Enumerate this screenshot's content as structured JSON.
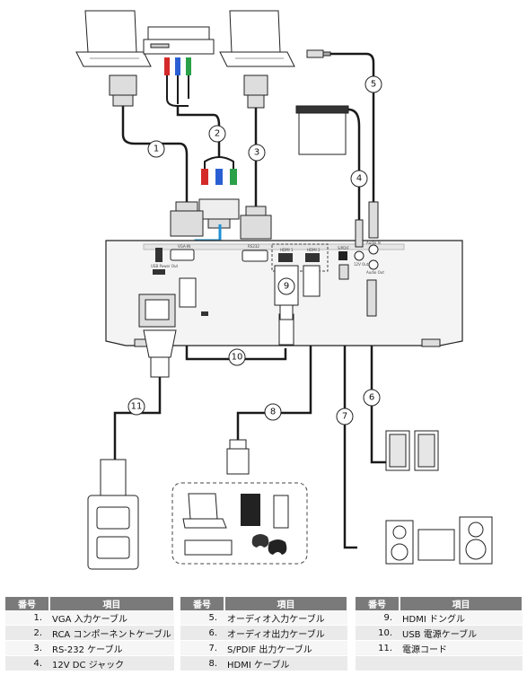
{
  "legend": {
    "header_number": "番号",
    "header_item": "項目",
    "items": [
      {
        "num": "1.",
        "label": "VGA 入力ケーブル"
      },
      {
        "num": "2.",
        "label": "RCA コンポーネントケーブル"
      },
      {
        "num": "3.",
        "label": "RS-232 ケーブル"
      },
      {
        "num": "4.",
        "label": "12V DC ジャック"
      },
      {
        "num": "5.",
        "label": "オーディオ入力ケーブル"
      },
      {
        "num": "6.",
        "label": "オーディオ出力ケーブル"
      },
      {
        "num": "7.",
        "label": "S/PDIF 出力ケーブル"
      },
      {
        "num": "8.",
        "label": "HDMI ケーブル"
      },
      {
        "num": "9.",
        "label": "HDMI ドングル"
      },
      {
        "num": "10.",
        "label": "USB 電源ケーブル"
      },
      {
        "num": "11.",
        "label": "電源コード"
      },
      {
        "num": "",
        "label": ""
      }
    ]
  },
  "callouts": [
    "1",
    "2",
    "3",
    "4",
    "5",
    "6",
    "7",
    "8",
    "9",
    "10",
    "11"
  ],
  "port_labels": {
    "vga": "VGA-IN",
    "usb": "USB Power Out",
    "rs232": "RS232",
    "hdmi1": "HDMI 1",
    "hdmi2": "HDMI 2",
    "spdif": "S/PDIF",
    "dc": "12V Out",
    "audio_in": "Audio In",
    "audio_out": "Audio Out"
  },
  "colors": {
    "cable": "#1a1a1a",
    "usb_cable": "#1e90d6",
    "rca_red": "#d42a2a",
    "rca_blue": "#2a5fd4",
    "rca_green": "#2aa048",
    "table_header": "#7a7a7a"
  }
}
